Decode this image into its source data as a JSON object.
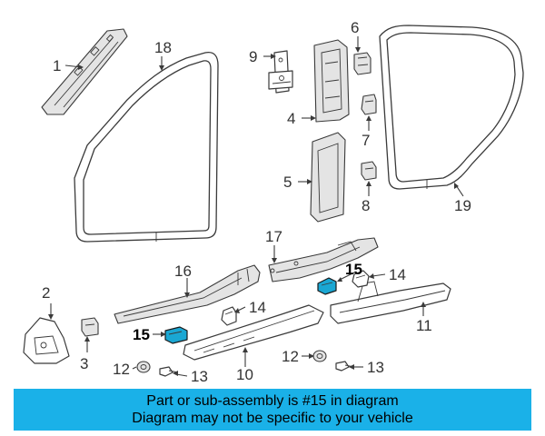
{
  "diagram": {
    "callouts": [
      {
        "id": "c1",
        "label": "1"
      },
      {
        "id": "c2",
        "label": "2"
      },
      {
        "id": "c3",
        "label": "3"
      },
      {
        "id": "c4",
        "label": "4"
      },
      {
        "id": "c5",
        "label": "5"
      },
      {
        "id": "c6",
        "label": "6"
      },
      {
        "id": "c7",
        "label": "7"
      },
      {
        "id": "c8",
        "label": "8"
      },
      {
        "id": "c9",
        "label": "9"
      },
      {
        "id": "c10",
        "label": "10"
      },
      {
        "id": "c11",
        "label": "11"
      },
      {
        "id": "c12a",
        "label": "12"
      },
      {
        "id": "c12b",
        "label": "12"
      },
      {
        "id": "c13a",
        "label": "13"
      },
      {
        "id": "c13b",
        "label": "13"
      },
      {
        "id": "c14a",
        "label": "14"
      },
      {
        "id": "c14b",
        "label": "14"
      },
      {
        "id": "c15a",
        "label": "15"
      },
      {
        "id": "c15b",
        "label": "15"
      },
      {
        "id": "c16",
        "label": "16"
      },
      {
        "id": "c17",
        "label": "17"
      },
      {
        "id": "c18",
        "label": "18"
      },
      {
        "id": "c19",
        "label": "19"
      }
    ],
    "highlight_color": "#1aa7d3"
  },
  "banner": {
    "line1": "Part or sub-assembly is #15 in diagram",
    "line2": "Diagram may not be specific to your vehicle",
    "background": "#1ab1e8"
  }
}
